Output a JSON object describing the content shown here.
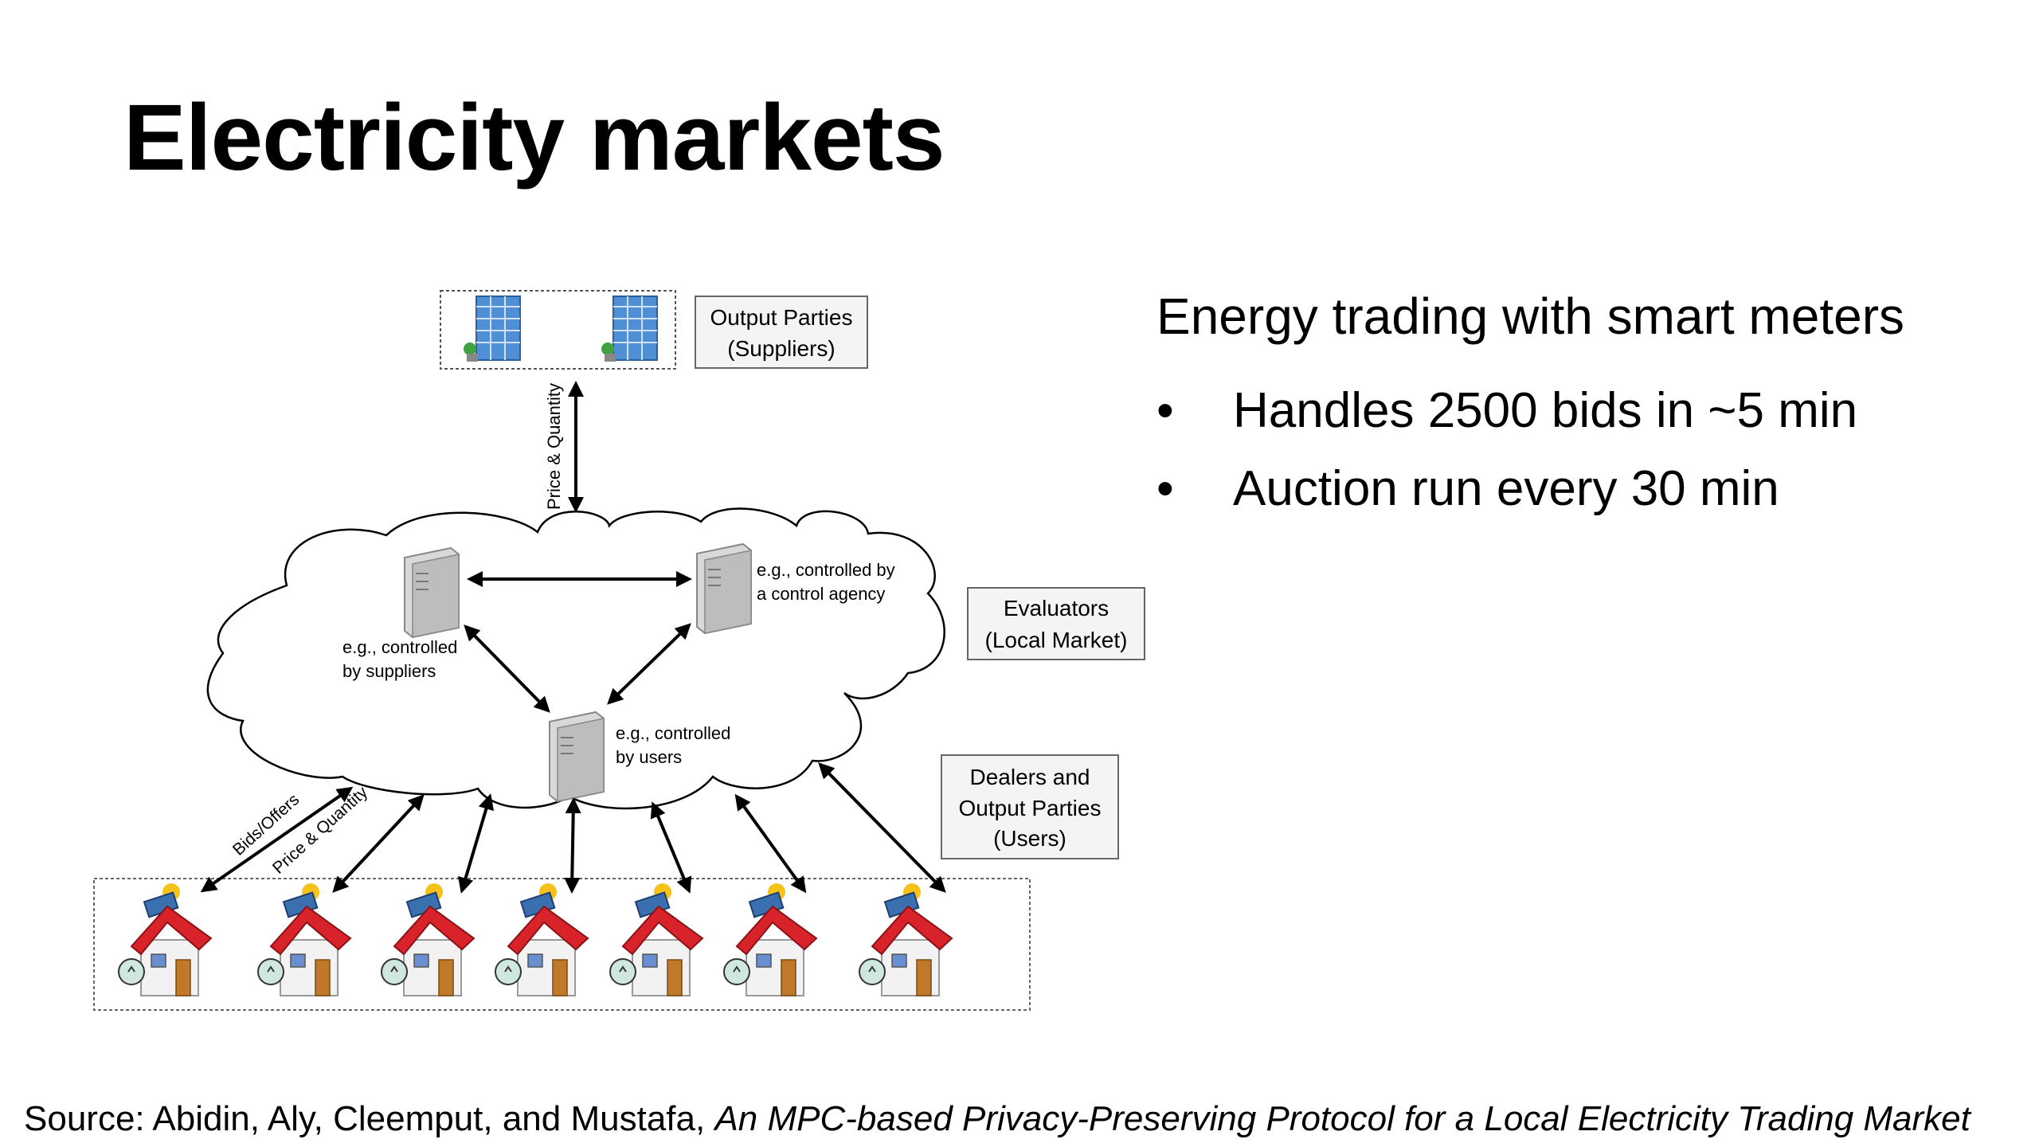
{
  "title": "Electricity markets",
  "panel": {
    "heading": "Energy trading with smart meters",
    "bullets": [
      "Handles 2500 bids in ~5 min",
      "Auction run every 30 min"
    ]
  },
  "diagram": {
    "suppliers_box": [
      "Output Parties",
      "(Suppliers)"
    ],
    "evaluators_box": [
      "Evaluators",
      "(Local Market)"
    ],
    "users_box": [
      "Dealers and",
      "Output Parties",
      "(Users)"
    ],
    "server_suppliers": [
      "e.g., controlled",
      "by suppliers"
    ],
    "server_agency": [
      "e.g., controlled by",
      "a control agency"
    ],
    "server_users": [
      "e.g., controlled",
      "by users"
    ],
    "vertical_arrow_label": "Price & Quantity",
    "diag_label_bids": "Bids/Offers",
    "diag_label_price": "Price & Quantity",
    "house_count": 7,
    "colors": {
      "roof": "#d8232a",
      "wall": "#f2f2f2",
      "door": "#c0782a",
      "panel": "#3a6fb0",
      "sun": "#f6c21a",
      "building": "#4f8fd6"
    }
  },
  "source": {
    "prefix": "Source: Abidin, Aly, Cleemput, and Mustafa, ",
    "title": "An MPC-based Privacy-Preserving Protocol for a Local Electricity Trading Market"
  }
}
